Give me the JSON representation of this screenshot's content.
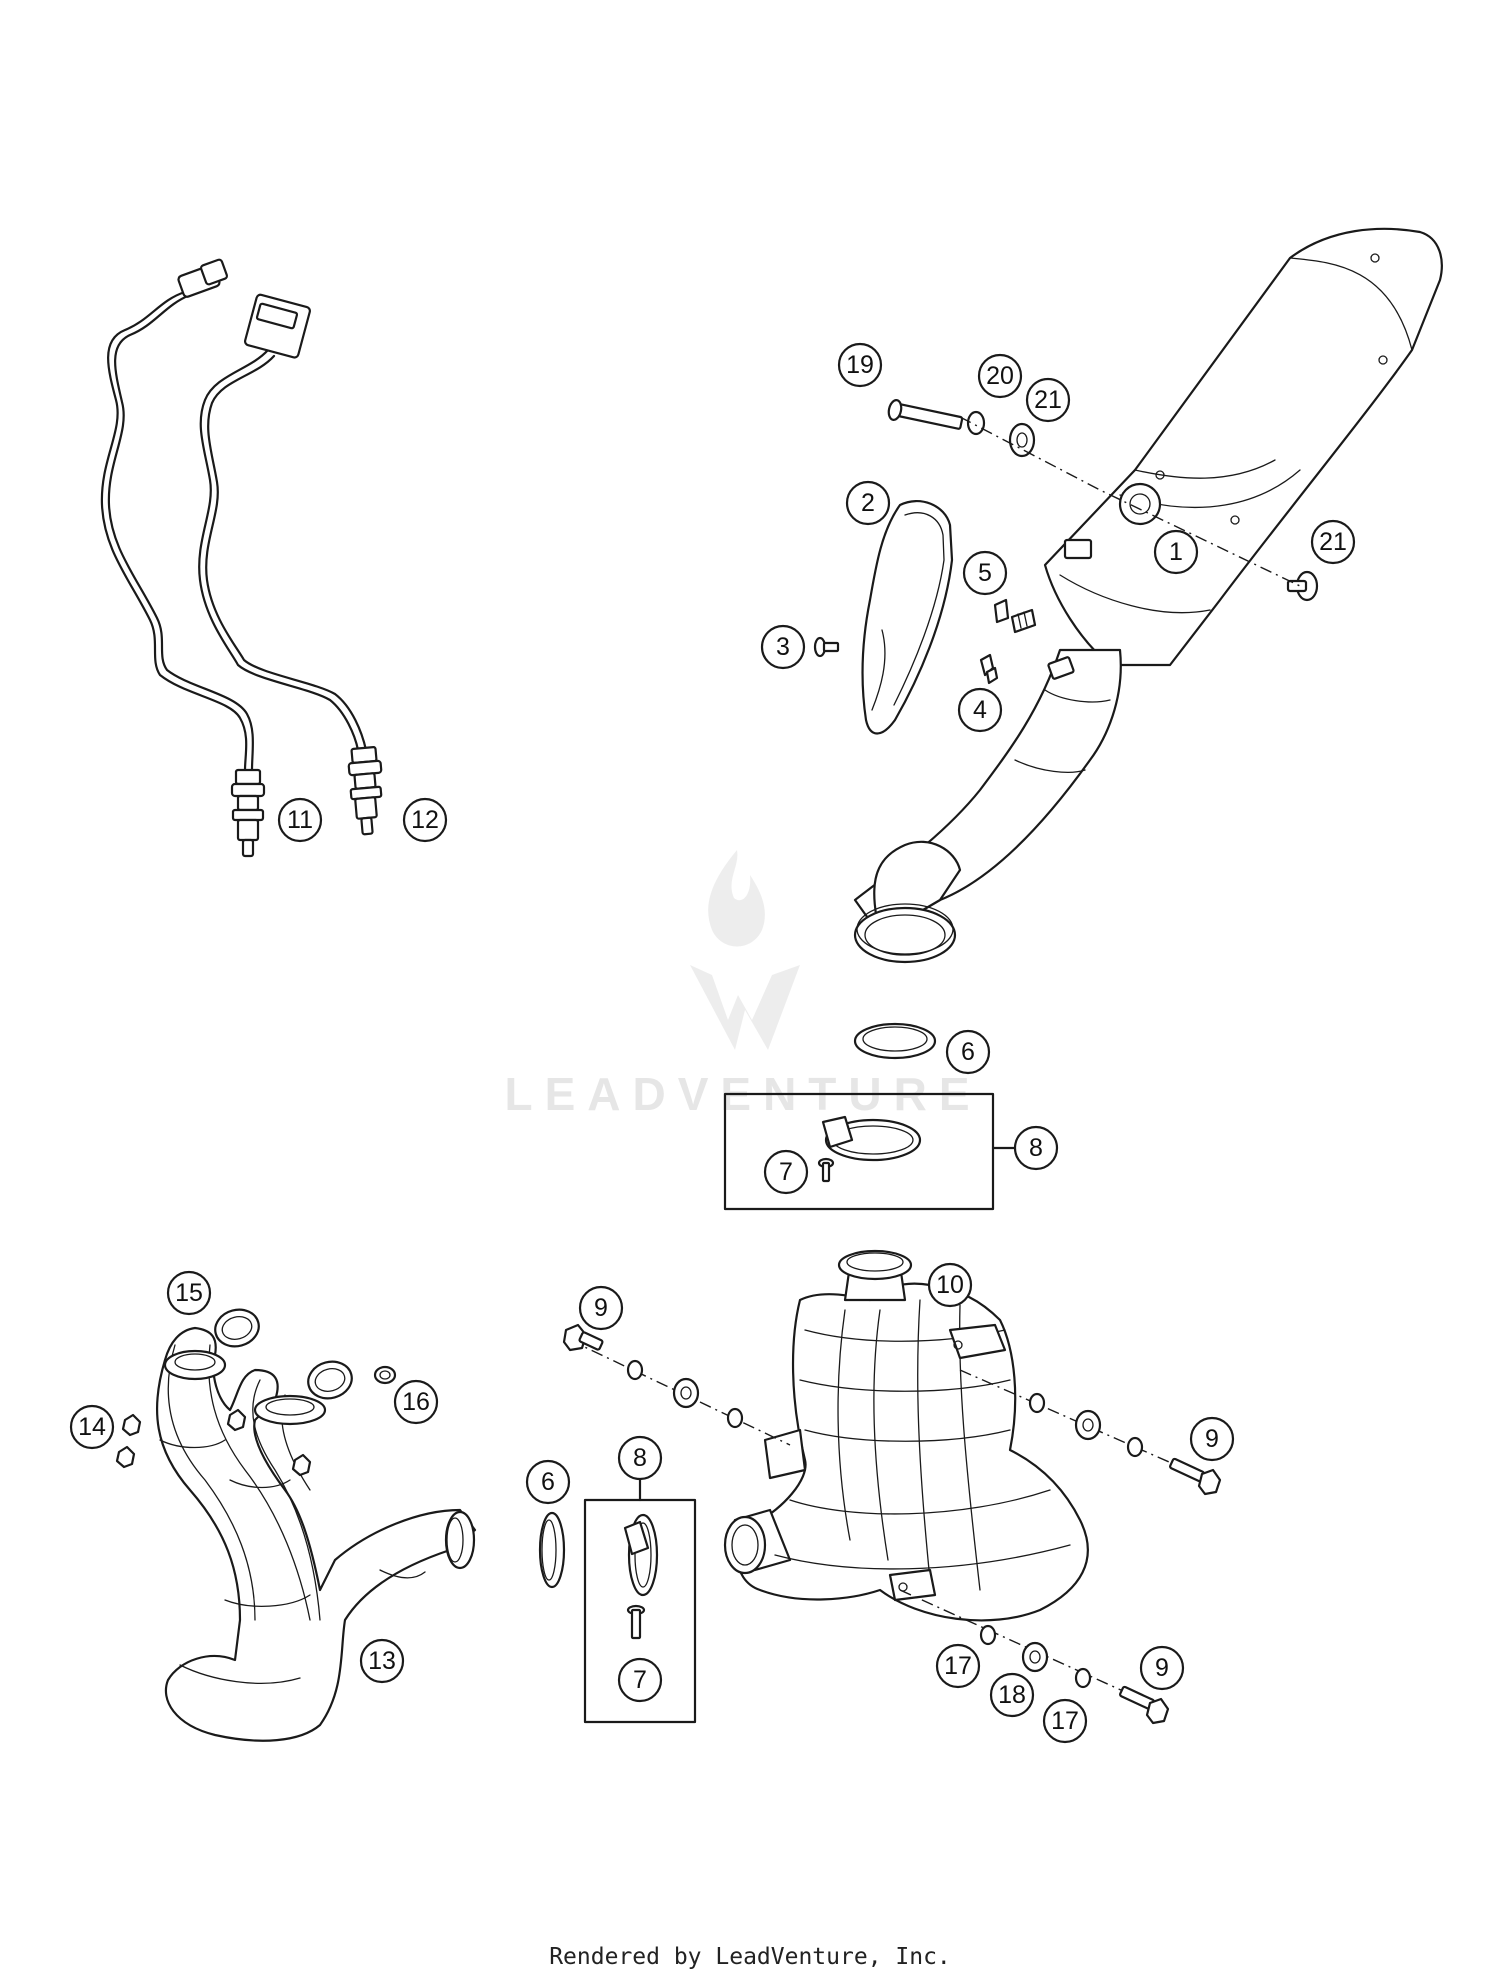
{
  "callouts": [
    "1",
    "2",
    "3",
    "4",
    "5",
    "6",
    "6",
    "7",
    "7",
    "8",
    "8",
    "9",
    "9",
    "9",
    "10",
    "11",
    "12",
    "13",
    "14",
    "15",
    "16",
    "17",
    "17",
    "18",
    "19",
    "20",
    "21",
    "21"
  ],
  "watermark": {
    "brand": "LEADVENTURE"
  },
  "footer": {
    "text": "Rendered by LeadVenture, Inc."
  }
}
